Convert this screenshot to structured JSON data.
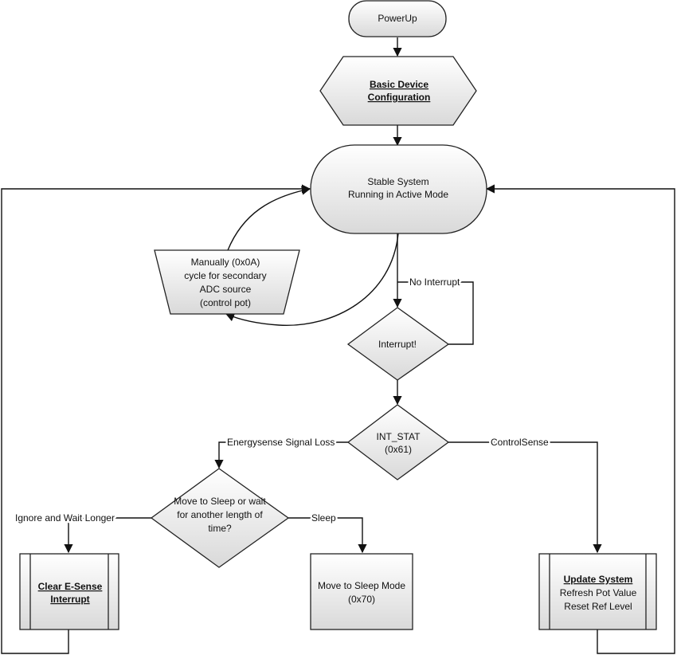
{
  "nodes": {
    "powerup": "PowerUp",
    "basic_config_line1": "Basic Device",
    "basic_config_line2": "Configuration",
    "stable_line1": "Stable System",
    "stable_line2": "Running in Active Mode",
    "manual_line1": "Manually (0x0A)",
    "manual_line2": "cycle for  secondary",
    "manual_line3": "ADC source",
    "manual_line4": "(control pot)",
    "interrupt": "Interrupt!",
    "int_stat_line1": "INT_STAT",
    "int_stat_line2": "(0x61)",
    "sleep_decision_line1": "Move to Sleep or wait",
    "sleep_decision_line2": "for another length of",
    "sleep_decision_line3": "time?",
    "clear_line1": "Clear E-Sense",
    "clear_line2": "Interrupt",
    "sleep_mode_line1": "Move to Sleep Mode",
    "sleep_mode_line2": "(0x70)",
    "update_line1": "Update System",
    "update_line2": "Refresh Pot Value",
    "update_line3": "Reset Ref Level"
  },
  "edges": {
    "no_interrupt": "No Interrupt",
    "energysense_loss": "Energysense Signal Loss",
    "controlsense": "ControlSense",
    "ignore_wait": "Ignore and Wait Longer",
    "sleep": "Sleep"
  },
  "colors": {
    "shape_fill_top": "#ffffff",
    "shape_fill_bottom": "#d9d9d9",
    "stroke": "#222222"
  }
}
